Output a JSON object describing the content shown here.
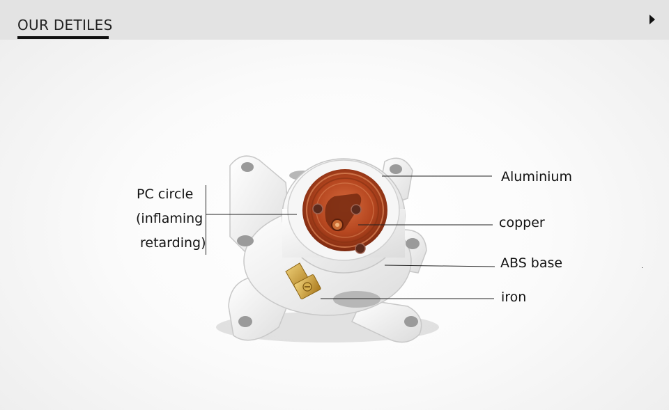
{
  "header": {
    "title": "OUR DETILES",
    "arrow_icon": "caret-right-icon"
  },
  "labels": {
    "pc_circle_line1": "PC circle",
    "pc_circle_line2": "(inflaming",
    "pc_circle_line3": "retarding)",
    "aluminium": "Aluminium",
    "copper": "copper",
    "abs_base": "ABS base",
    "iron": "iron"
  },
  "colors": {
    "header_bg": "#e3e3e3",
    "copper": "#b44a22",
    "brass": "#c9a23a",
    "plastic": "#f4f4f4"
  }
}
